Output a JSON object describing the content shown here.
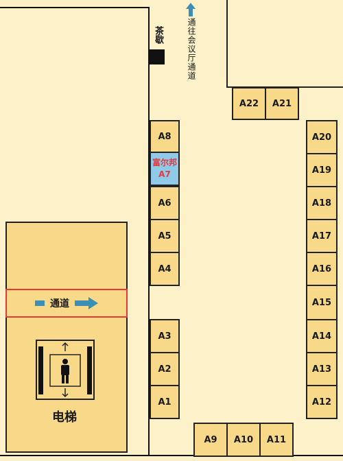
{
  "direction_note": "通往会议厅通道",
  "tea_break": "茶歇",
  "passage_label": "通道",
  "elevator_label": "电梯",
  "highlight_booth": {
    "company": "富尔邦",
    "code": "A7"
  },
  "booths": {
    "a1": "A1",
    "a2": "A2",
    "a3": "A3",
    "a4": "A4",
    "a5": "A5",
    "a6": "A6",
    "a8": "A8",
    "a9": "A9",
    "a10": "A10",
    "a11": "A11",
    "a12": "A12",
    "a13": "A13",
    "a14": "A14",
    "a15": "A15",
    "a16": "A16",
    "a17": "A17",
    "a18": "A18",
    "a19": "A19",
    "a20": "A20",
    "a21": "A21",
    "a22": "A22"
  },
  "colors": {
    "floor": "#fdf1c9",
    "booth": "#f8d98a",
    "highlight": "#8fcbe8",
    "highlight_text": "#e8383d",
    "arrow": "#3b8fb5",
    "passage_border": "#e53935"
  }
}
